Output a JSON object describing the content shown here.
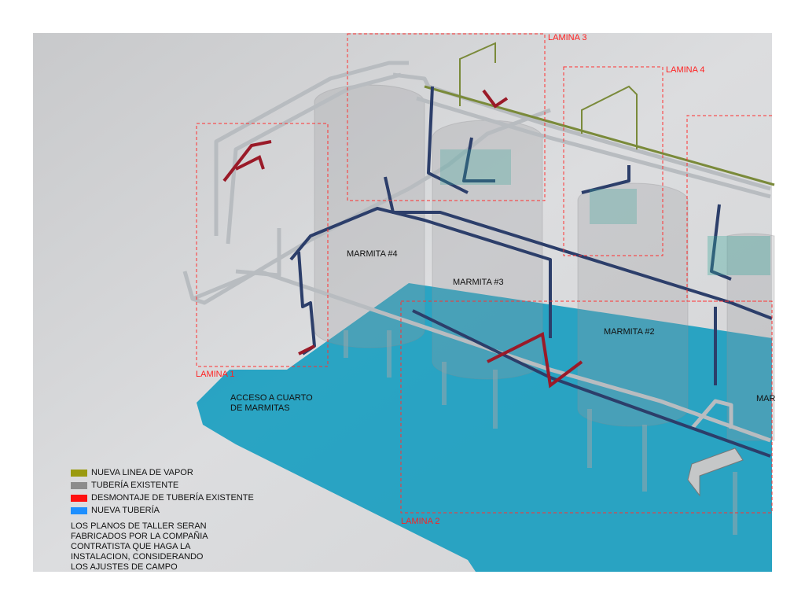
{
  "labels": {
    "lamina1": "LAMINA 1",
    "lamina2": "LAMINA 2",
    "lamina3": "LAMINA 3",
    "lamina4": "LAMINA 4",
    "marmita4": "MARMITA #4",
    "marmita3": "MARMITA #3",
    "marmita2": "MARMITA #2",
    "marmita1_partial": "MAR",
    "acceso": [
      "ACCESO A CUARTO",
      "DE MARMITAS"
    ]
  },
  "legend": [
    {
      "label": "NUEVA LINEA DE VAPOR",
      "color": "#9a9a10"
    },
    {
      "label": "TUBERÍA EXISTENTE",
      "color": "#8c8c8c"
    },
    {
      "label": "DESMONTAJE DE TUBERÍA EXISTENTE",
      "color": "#ff1010"
    },
    {
      "label": "NUEVA TUBERÍA",
      "color": "#1e8fff"
    }
  ],
  "note": [
    "LOS PLANOS DE TALLER SERAN",
    "FABRICADOS POR LA COMPAÑIA",
    "CONTRATISTA QUE HAGA LA",
    "INSTALACION, CONSIDERANDO",
    "LOS AJUSTES DE CAMPO"
  ],
  "colors": {
    "floor": "#1a9ec0",
    "pipe_existing": "#b8bcc0",
    "pipe_new": "#2c3e6a",
    "pipe_removed": "#9a1a28",
    "pipe_steam": "#7a8a3a",
    "frame": "#ff3030"
  }
}
